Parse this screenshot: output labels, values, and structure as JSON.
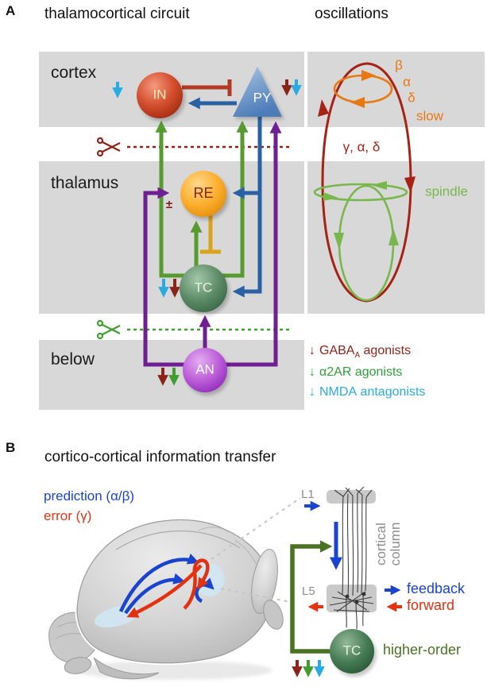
{
  "panelA": {
    "label": "A",
    "title": "thalamocortical circuit",
    "oscillations_title": "oscillations",
    "regions": {
      "cortex": "cortex",
      "thalamus": "thalamus",
      "below": "below"
    },
    "nodes": {
      "IN": "IN",
      "PY": "PY",
      "RE": "RE",
      "TC": "TC",
      "AN": "AN"
    },
    "plus_minus": "±",
    "oscillation_labels": {
      "beta": "β",
      "alpha": "α",
      "delta": "δ",
      "slow": "slow",
      "loop": "γ, α, δ",
      "spindle": "spindle"
    },
    "legend": [
      {
        "arrow": "↓",
        "pre": "GABA",
        "sub": "A",
        "post": " agonists",
        "color": "#8e2418"
      },
      {
        "arrow": "↓",
        "pre": "α2AR",
        "sub": "",
        "post": " agonists",
        "color": "#2f9e38"
      },
      {
        "arrow": "↓",
        "pre": "NMDA",
        "sub": "",
        "post": " antagonists",
        "color": "#29abe2"
      }
    ]
  },
  "panelB": {
    "label": "B",
    "title": "cortico-cortical information transfer",
    "prediction_label": "prediction (α/β)",
    "error_label": "error (γ)",
    "layer1": "L1",
    "layer5": "L5",
    "column_line1": "cortical",
    "column_line2": "column",
    "feedback": "feedback",
    "forward": "forward",
    "tc_node": "TC",
    "higher_order": "higher-order"
  },
  "colors": {
    "band_gray": "#d8d8d8",
    "dark_red": "#8a2318",
    "circuit_red": "#b23a24",
    "circuit_green": "#579a30",
    "circuit_blue": "#2a61a5",
    "circuit_purple": "#6f1f92",
    "cyan": "#29abe2",
    "amber": "#d9a41b",
    "osc_red": "#a62314",
    "osc_orange": "#e87812",
    "osc_green": "#79b74c",
    "prediction_blue": "#1a43cf",
    "error_red": "#e23210",
    "higher_order_green": "#4a7223",
    "gray_label": "#8c8c8c"
  }
}
